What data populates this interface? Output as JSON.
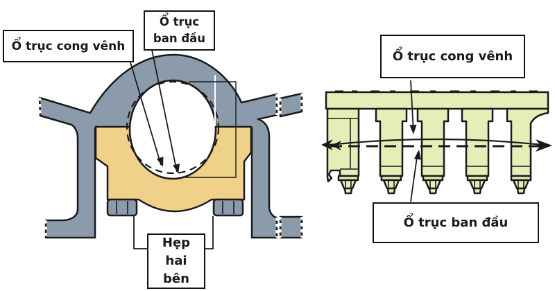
{
  "colors": {
    "background": "#FFFFFF",
    "housing": "#8C9BAB",
    "cap": "#F0D189",
    "crankcase": "#E6EDB6",
    "line": "#1A1A1A",
    "box_bg": "#FFFFFF",
    "box_border": "#111111"
  },
  "left_diagram": {
    "warped_label": "Ổ trục cong vênh",
    "original_label": {
      "line1": "Ổ trục",
      "line2": "ban đầu"
    },
    "pinched_label": {
      "line1": "Hẹp",
      "line2": "hai",
      "line3": "bên"
    }
  },
  "right_diagram": {
    "warped_label": "Ổ trục cong vênh",
    "original_label": "Ổ trục ban đầu"
  }
}
